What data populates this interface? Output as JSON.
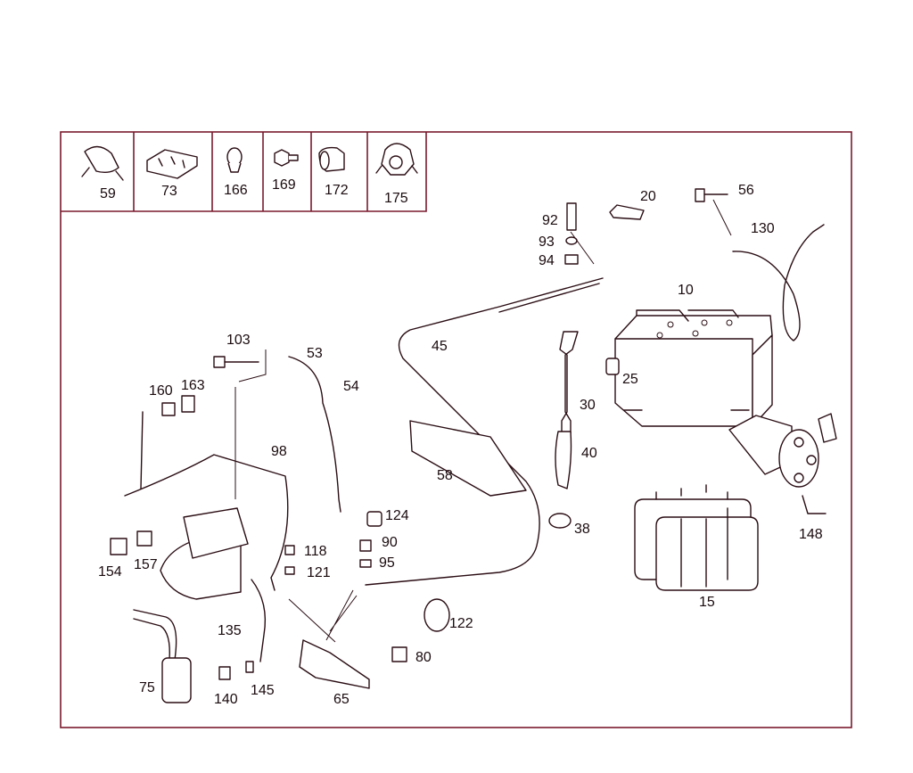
{
  "diagram": {
    "header_parts": [
      {
        "id": "59",
        "label": "59"
      },
      {
        "id": "73",
        "label": "73"
      },
      {
        "id": "166",
        "label": "166"
      },
      {
        "id": "169",
        "label": "169"
      },
      {
        "id": "172",
        "label": "172"
      },
      {
        "id": "175",
        "label": "175"
      }
    ],
    "callouts": [
      {
        "id": "20",
        "label": "20"
      },
      {
        "id": "56",
        "label": "56"
      },
      {
        "id": "92",
        "label": "92"
      },
      {
        "id": "93",
        "label": "93"
      },
      {
        "id": "94",
        "label": "94"
      },
      {
        "id": "130",
        "label": "130"
      },
      {
        "id": "10",
        "label": "10"
      },
      {
        "id": "45",
        "label": "45"
      },
      {
        "id": "103",
        "label": "103"
      },
      {
        "id": "53",
        "label": "53"
      },
      {
        "id": "54",
        "label": "54"
      },
      {
        "id": "160",
        "label": "160"
      },
      {
        "id": "163",
        "label": "163"
      },
      {
        "id": "25",
        "label": "25"
      },
      {
        "id": "30",
        "label": "30"
      },
      {
        "id": "98",
        "label": "98"
      },
      {
        "id": "58",
        "label": "58"
      },
      {
        "id": "40",
        "label": "40"
      },
      {
        "id": "124",
        "label": "124"
      },
      {
        "id": "38",
        "label": "38"
      },
      {
        "id": "148",
        "label": "148"
      },
      {
        "id": "118",
        "label": "118"
      },
      {
        "id": "90",
        "label": "90"
      },
      {
        "id": "95",
        "label": "95"
      },
      {
        "id": "121",
        "label": "121"
      },
      {
        "id": "154",
        "label": "154"
      },
      {
        "id": "157",
        "label": "157"
      },
      {
        "id": "15",
        "label": "15"
      },
      {
        "id": "122",
        "label": "122"
      },
      {
        "id": "135",
        "label": "135"
      },
      {
        "id": "80",
        "label": "80"
      },
      {
        "id": "75",
        "label": "75"
      },
      {
        "id": "140",
        "label": "140"
      },
      {
        "id": "145",
        "label": "145"
      },
      {
        "id": "65",
        "label": "65"
      }
    ]
  }
}
